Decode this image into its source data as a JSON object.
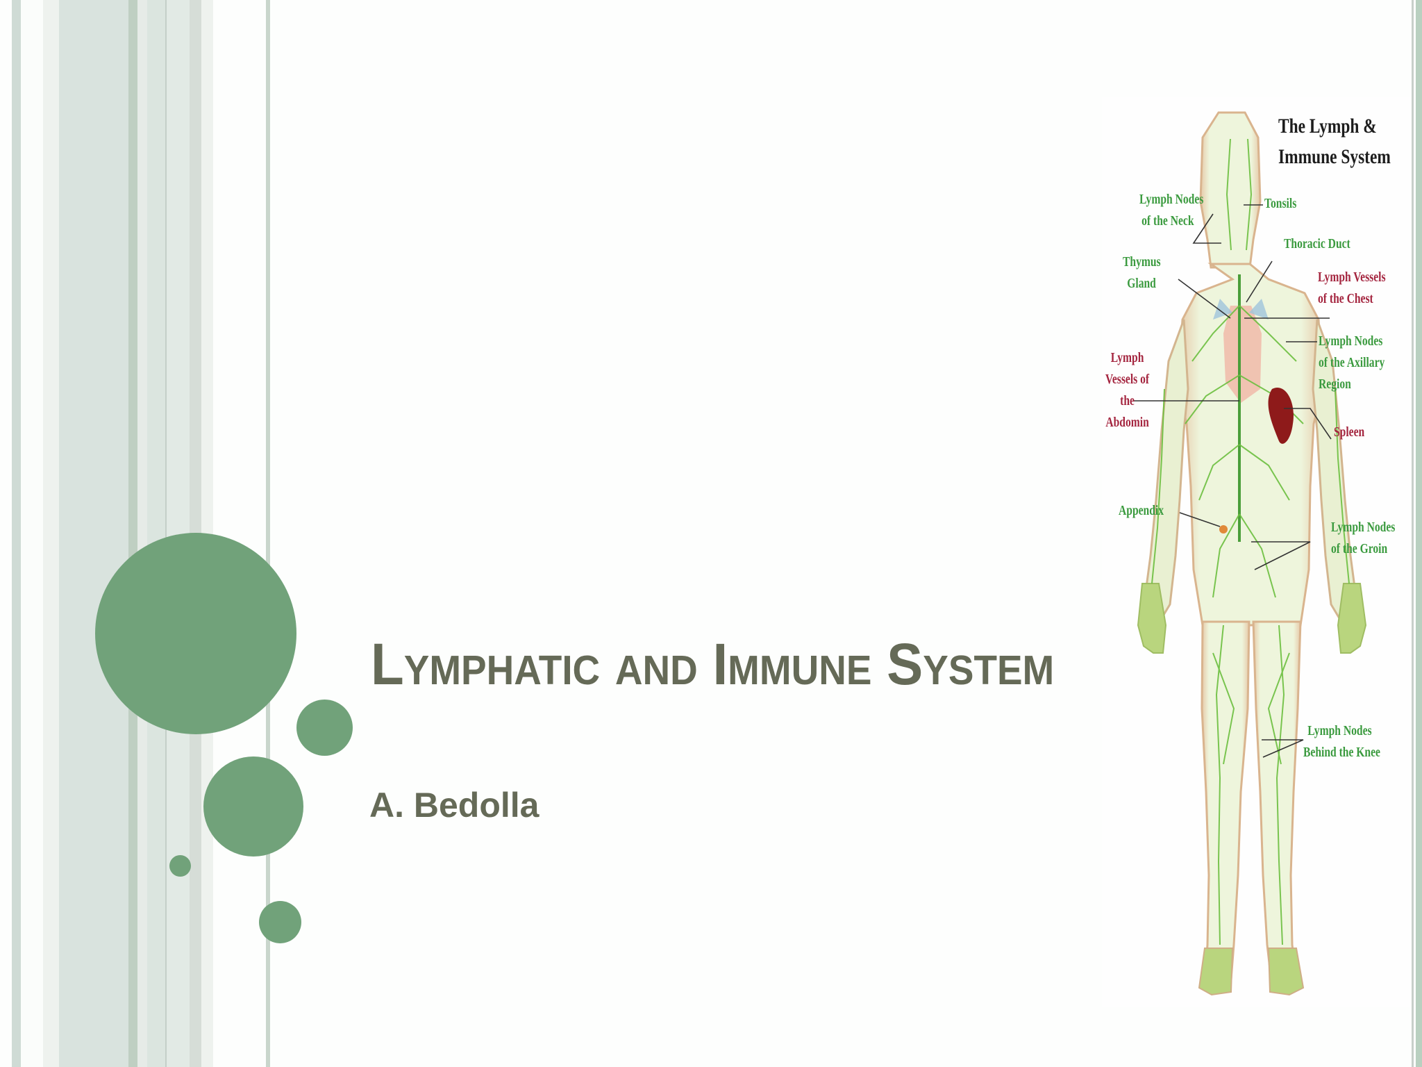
{
  "slide": {
    "title": "Lymphatic and Immune System",
    "subtitle": "A. Bedolla"
  },
  "colors": {
    "accent_green": "#71a27a",
    "title_text": "#656a57",
    "background": "#fdfefd"
  },
  "figure": {
    "heading_line1": "The Lymph &",
    "heading_line2": "Immune System",
    "labels": {
      "neck_nodes_1": "Lymph Nodes",
      "neck_nodes_2": "of the Neck",
      "tonsils": "Tonsils",
      "thoracic_duct": "Thoracic Duct",
      "thymus_1": "Thymus",
      "thymus_2": "Gland",
      "chest_vessels_1": "Lymph Vessels",
      "chest_vessels_2": "of the Chest",
      "axillary_1": "Lymph Nodes",
      "axillary_2": "of the Axillary",
      "axillary_3": "Region",
      "abdomen_1": "Lymph",
      "abdomen_2": "Vessels of",
      "abdomen_3": "the",
      "abdomen_4": "Abdomin",
      "spleen": "Spleen",
      "appendix": "Appendix",
      "groin_1": "Lymph Nodes",
      "groin_2": "of the Groin",
      "knee_1": "Lymph Nodes",
      "knee_2": "Behind the Knee"
    }
  }
}
